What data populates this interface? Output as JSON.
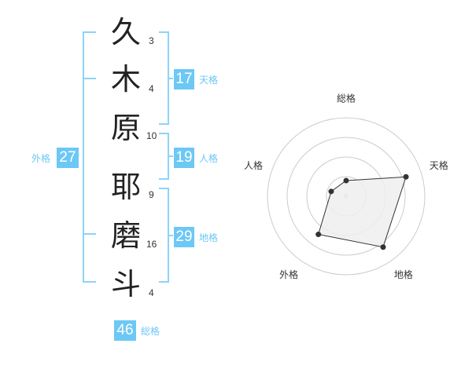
{
  "name": {
    "characters": [
      {
        "char": "久",
        "strokes": "3"
      },
      {
        "char": "木",
        "strokes": "4"
      },
      {
        "char": "原",
        "strokes": "10"
      },
      {
        "char": "耶",
        "strokes": "9"
      },
      {
        "char": "磨",
        "strokes": "16"
      },
      {
        "char": "斗",
        "strokes": "4"
      }
    ]
  },
  "kakusu": {
    "tenkaku": {
      "value": "17",
      "label": "天格"
    },
    "jinkaku": {
      "value": "19",
      "label": "人格"
    },
    "chikaku": {
      "value": "29",
      "label": "地格"
    },
    "gaikaku": {
      "value": "27",
      "label": "外格"
    },
    "soukaku": {
      "value": "46",
      "label": "総格"
    }
  },
  "colors": {
    "accent": "#6cc8f5",
    "bracket": "#8dd3f7",
    "grid": "#cccccc",
    "polygon_fill": "#eeeeee",
    "polygon_stroke": "#333333",
    "point": "#333333"
  },
  "chart_data": {
    "type": "radar",
    "axes": [
      "総格",
      "天格",
      "地格",
      "外格",
      "人格"
    ],
    "values": [
      1,
      4,
      4,
      3,
      1
    ],
    "rmax": 5,
    "rings": 4
  }
}
